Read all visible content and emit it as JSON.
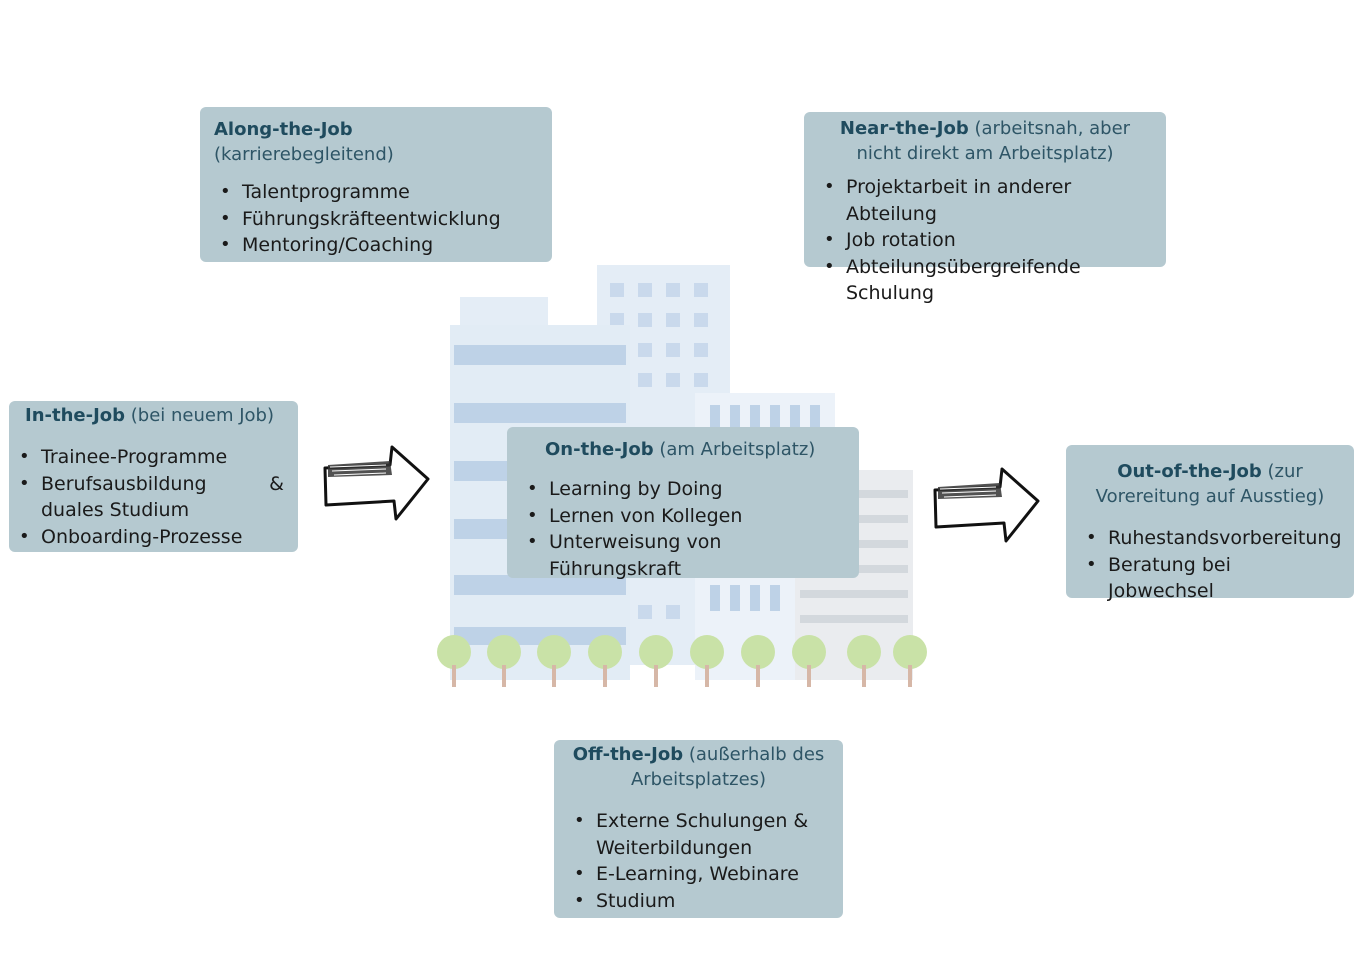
{
  "boxes": {
    "along": {
      "title": "Along-the-Job",
      "subtitle": "(karrierebegleitend)",
      "items": [
        "Talentprogramme",
        "Führungskräfteentwicklung",
        "Mentoring/Coaching"
      ]
    },
    "near": {
      "title": "Near-the-Job",
      "subtitle": "(arbeitsnah, aber nicht direkt am Arbeitsplatz)",
      "items": [
        "Projektarbeit in anderer Abteilung",
        "Job rotation",
        "Abteilungsübergreifende Schulung"
      ]
    },
    "in": {
      "title": "In-the-Job",
      "subtitle": "(bei neuem Job)",
      "items": [
        "Trainee-Programme",
        "Berufsausbildung & duales Studium",
        "Onboarding-Prozesse"
      ]
    },
    "on": {
      "title": "On-the-Job",
      "subtitle": "(am Arbeitsplatz)",
      "items": [
        "Learning by Doing",
        "Lernen von Kollegen",
        "Unterweisung von Führungskraft"
      ]
    },
    "out": {
      "title": "Out-of-the-Job",
      "subtitle": "(zur Vorereitung auf Ausstieg)",
      "items": [
        "Ruhestandsvorbereitung",
        "Beratung bei Jobwechsel"
      ]
    },
    "off": {
      "title": "Off-the-Job",
      "subtitle": "(außerhalb des Arbeitsplatzes)",
      "items": [
        "Externe Schulungen & Weiterbildungen",
        "E-Learning, Webinare",
        "Studium"
      ]
    }
  },
  "colors": {
    "box_bg": "#b5c9d0",
    "heading": "#1f4b5e",
    "building": "#d6e4f0",
    "window": "#a9c3df",
    "tree": "#b8d98a"
  }
}
